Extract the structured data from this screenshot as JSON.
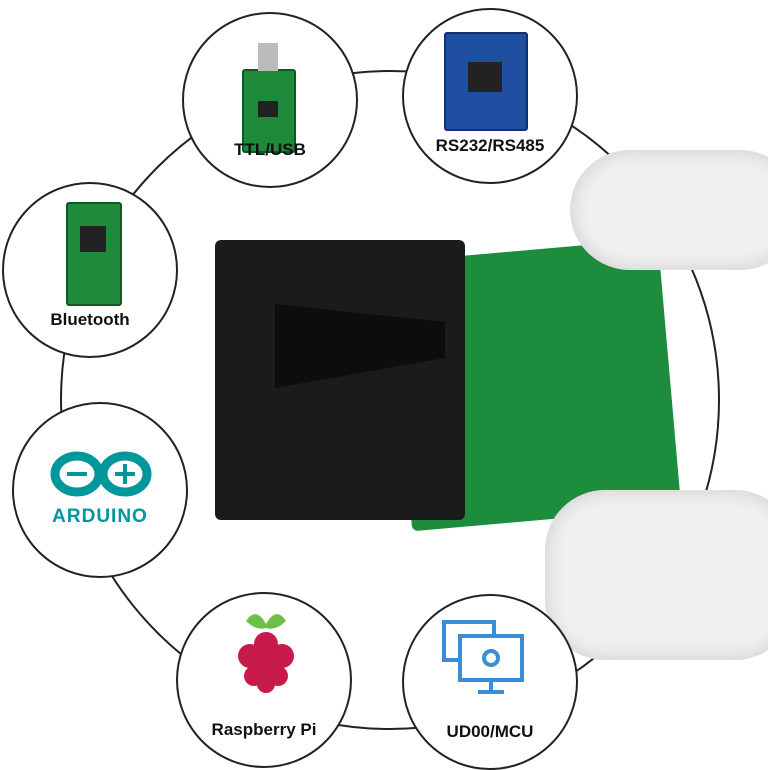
{
  "interfaces": [
    {
      "label": "TTL/USB",
      "icon": "usb-adapter-icon"
    },
    {
      "label": "RS232/RS485",
      "icon": "rs232-board-icon"
    },
    {
      "label": "Bluetooth",
      "icon": "bluetooth-module-icon"
    },
    {
      "label": "ARDUINO",
      "icon": "arduino-logo-icon"
    },
    {
      "label": "Raspberry Pi",
      "icon": "raspberry-pi-logo-icon"
    },
    {
      "label": "UD00/MCU",
      "icon": "computer-icon"
    }
  ],
  "colors": {
    "arduino": "#00979c",
    "raspberry": "#c51a4a",
    "pcb": "#1f8a3a",
    "mcu": "#3a8ed8"
  }
}
